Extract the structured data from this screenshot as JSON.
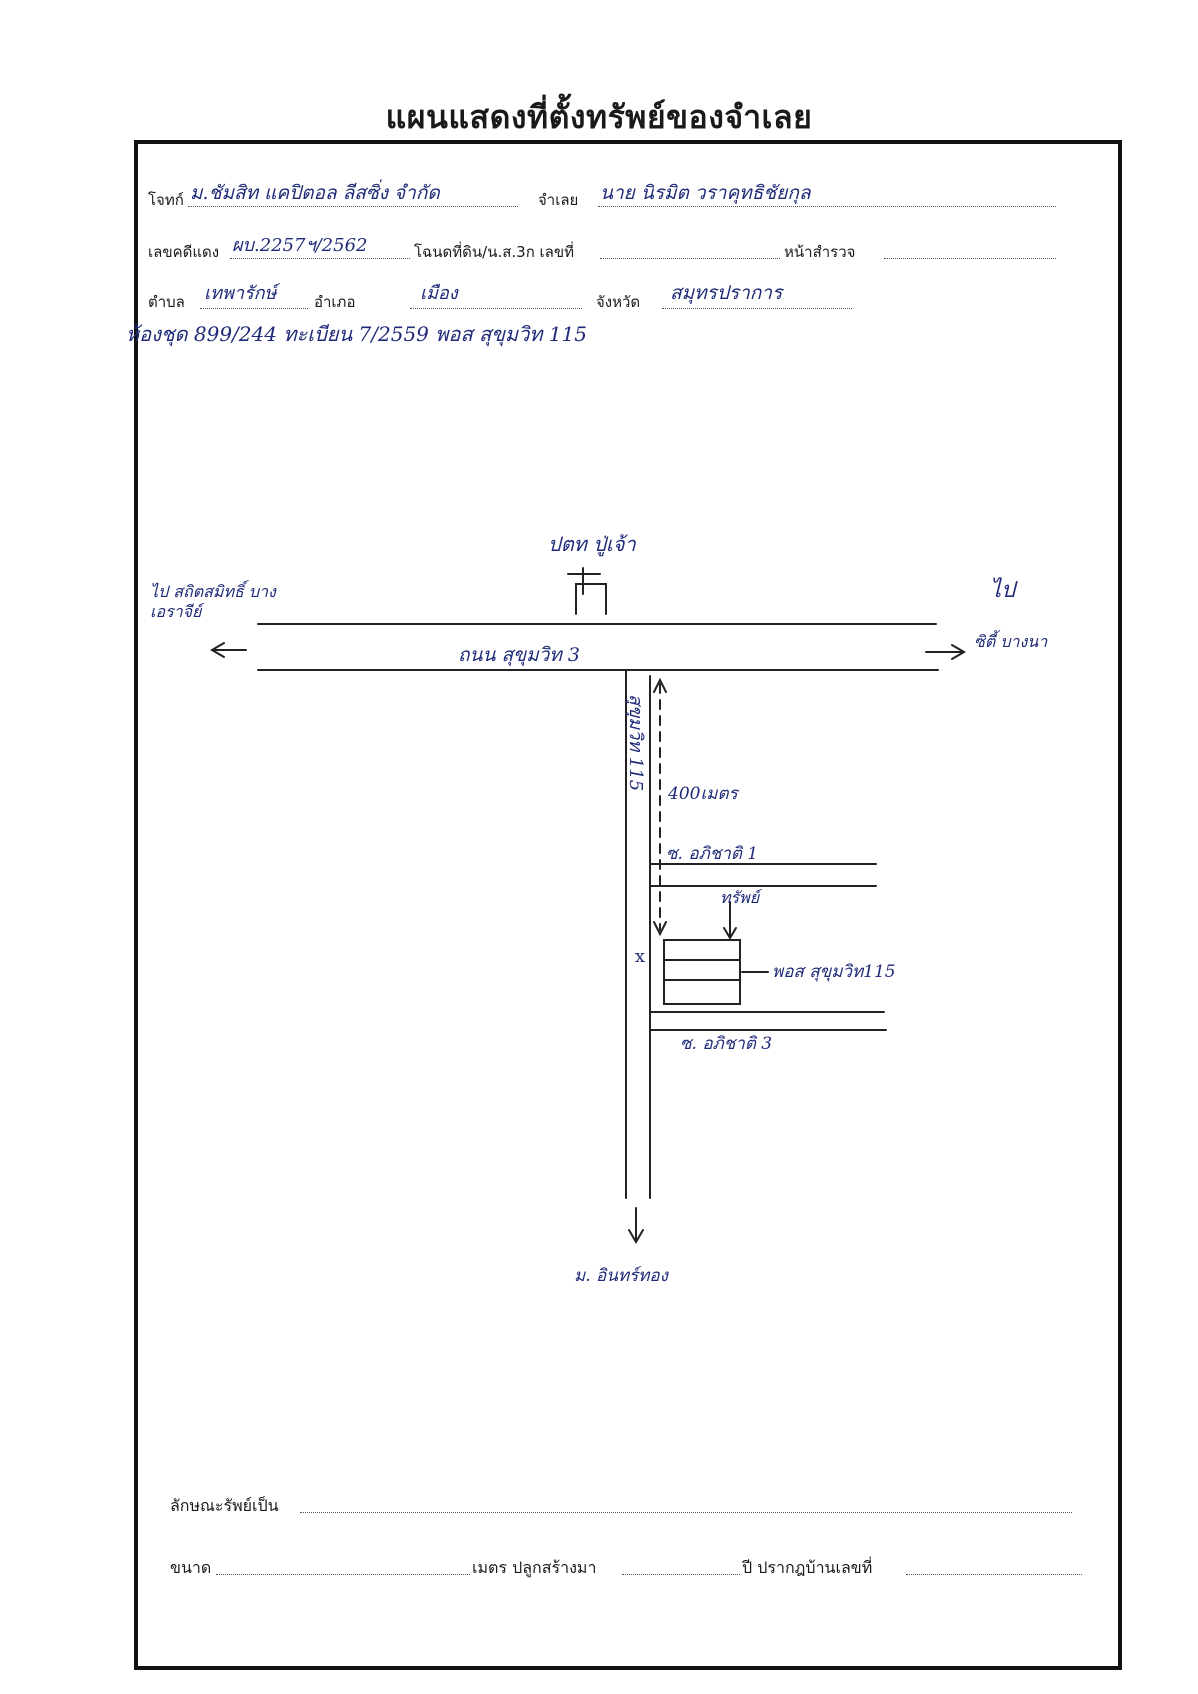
{
  "title": "แผนแสดงที่ตั้งทรัพย์ของจำเลย",
  "form": {
    "plaintiff_label": "โจทก์",
    "plaintiff_value": "ม.ชัมสิท แคปิตอล ลีสซิ่ง จำกัด",
    "defendant_label": "จำเลย",
    "defendant_value": "นาย นิรมิต วราคุทธิชัยกุล",
    "case_label": "เลขคดีแดง",
    "case_value": "ผบ.2257ฯ/2562",
    "deed_label": "โฉนดที่ดิน/น.ส.3ก เลขที่",
    "survey_label": "หน้าสำรวจ",
    "subdistrict_label": "ตำบล",
    "subdistrict_value": "เทพารักษ์",
    "district_label": "อำเภอ",
    "district_value": "เมือง",
    "province_label": "จังหวัด",
    "province_value": "สมุทรปราการ",
    "address_note": "ห้องชุด 899/244 ทะเบียน 7/2559 พอส สุขุมวิท 115"
  },
  "map": {
    "top_landmark": "ปตท ปู่เจ้า",
    "left_direction": "ไป สถิตสมิทธิ์ บางเอราจีย์",
    "right_arrow_label": "ไป",
    "right_direction": "ซิตี้ บางนา",
    "main_road": "ถนน สุขุมวิท 3",
    "side_road": "สุขุมวิท 115",
    "distance": "400เมตร",
    "soi_1": "ซ. อภิชาติ 1",
    "property_label": "ทรัพย์",
    "property_mark": "x",
    "building": "พอส สุขุมวิท115",
    "soi_3": "ซ. อภิชาติ 3",
    "bottom_direction": "ม. อินทร์ทอง"
  },
  "footer": {
    "type_label": "ลักษณะรัพย์เป็น",
    "size_label": "ขนาด",
    "meter_label": "เมตร ปลูกสร้างมา",
    "year_label": "ปี ปรากฎบ้านเลขที่"
  }
}
